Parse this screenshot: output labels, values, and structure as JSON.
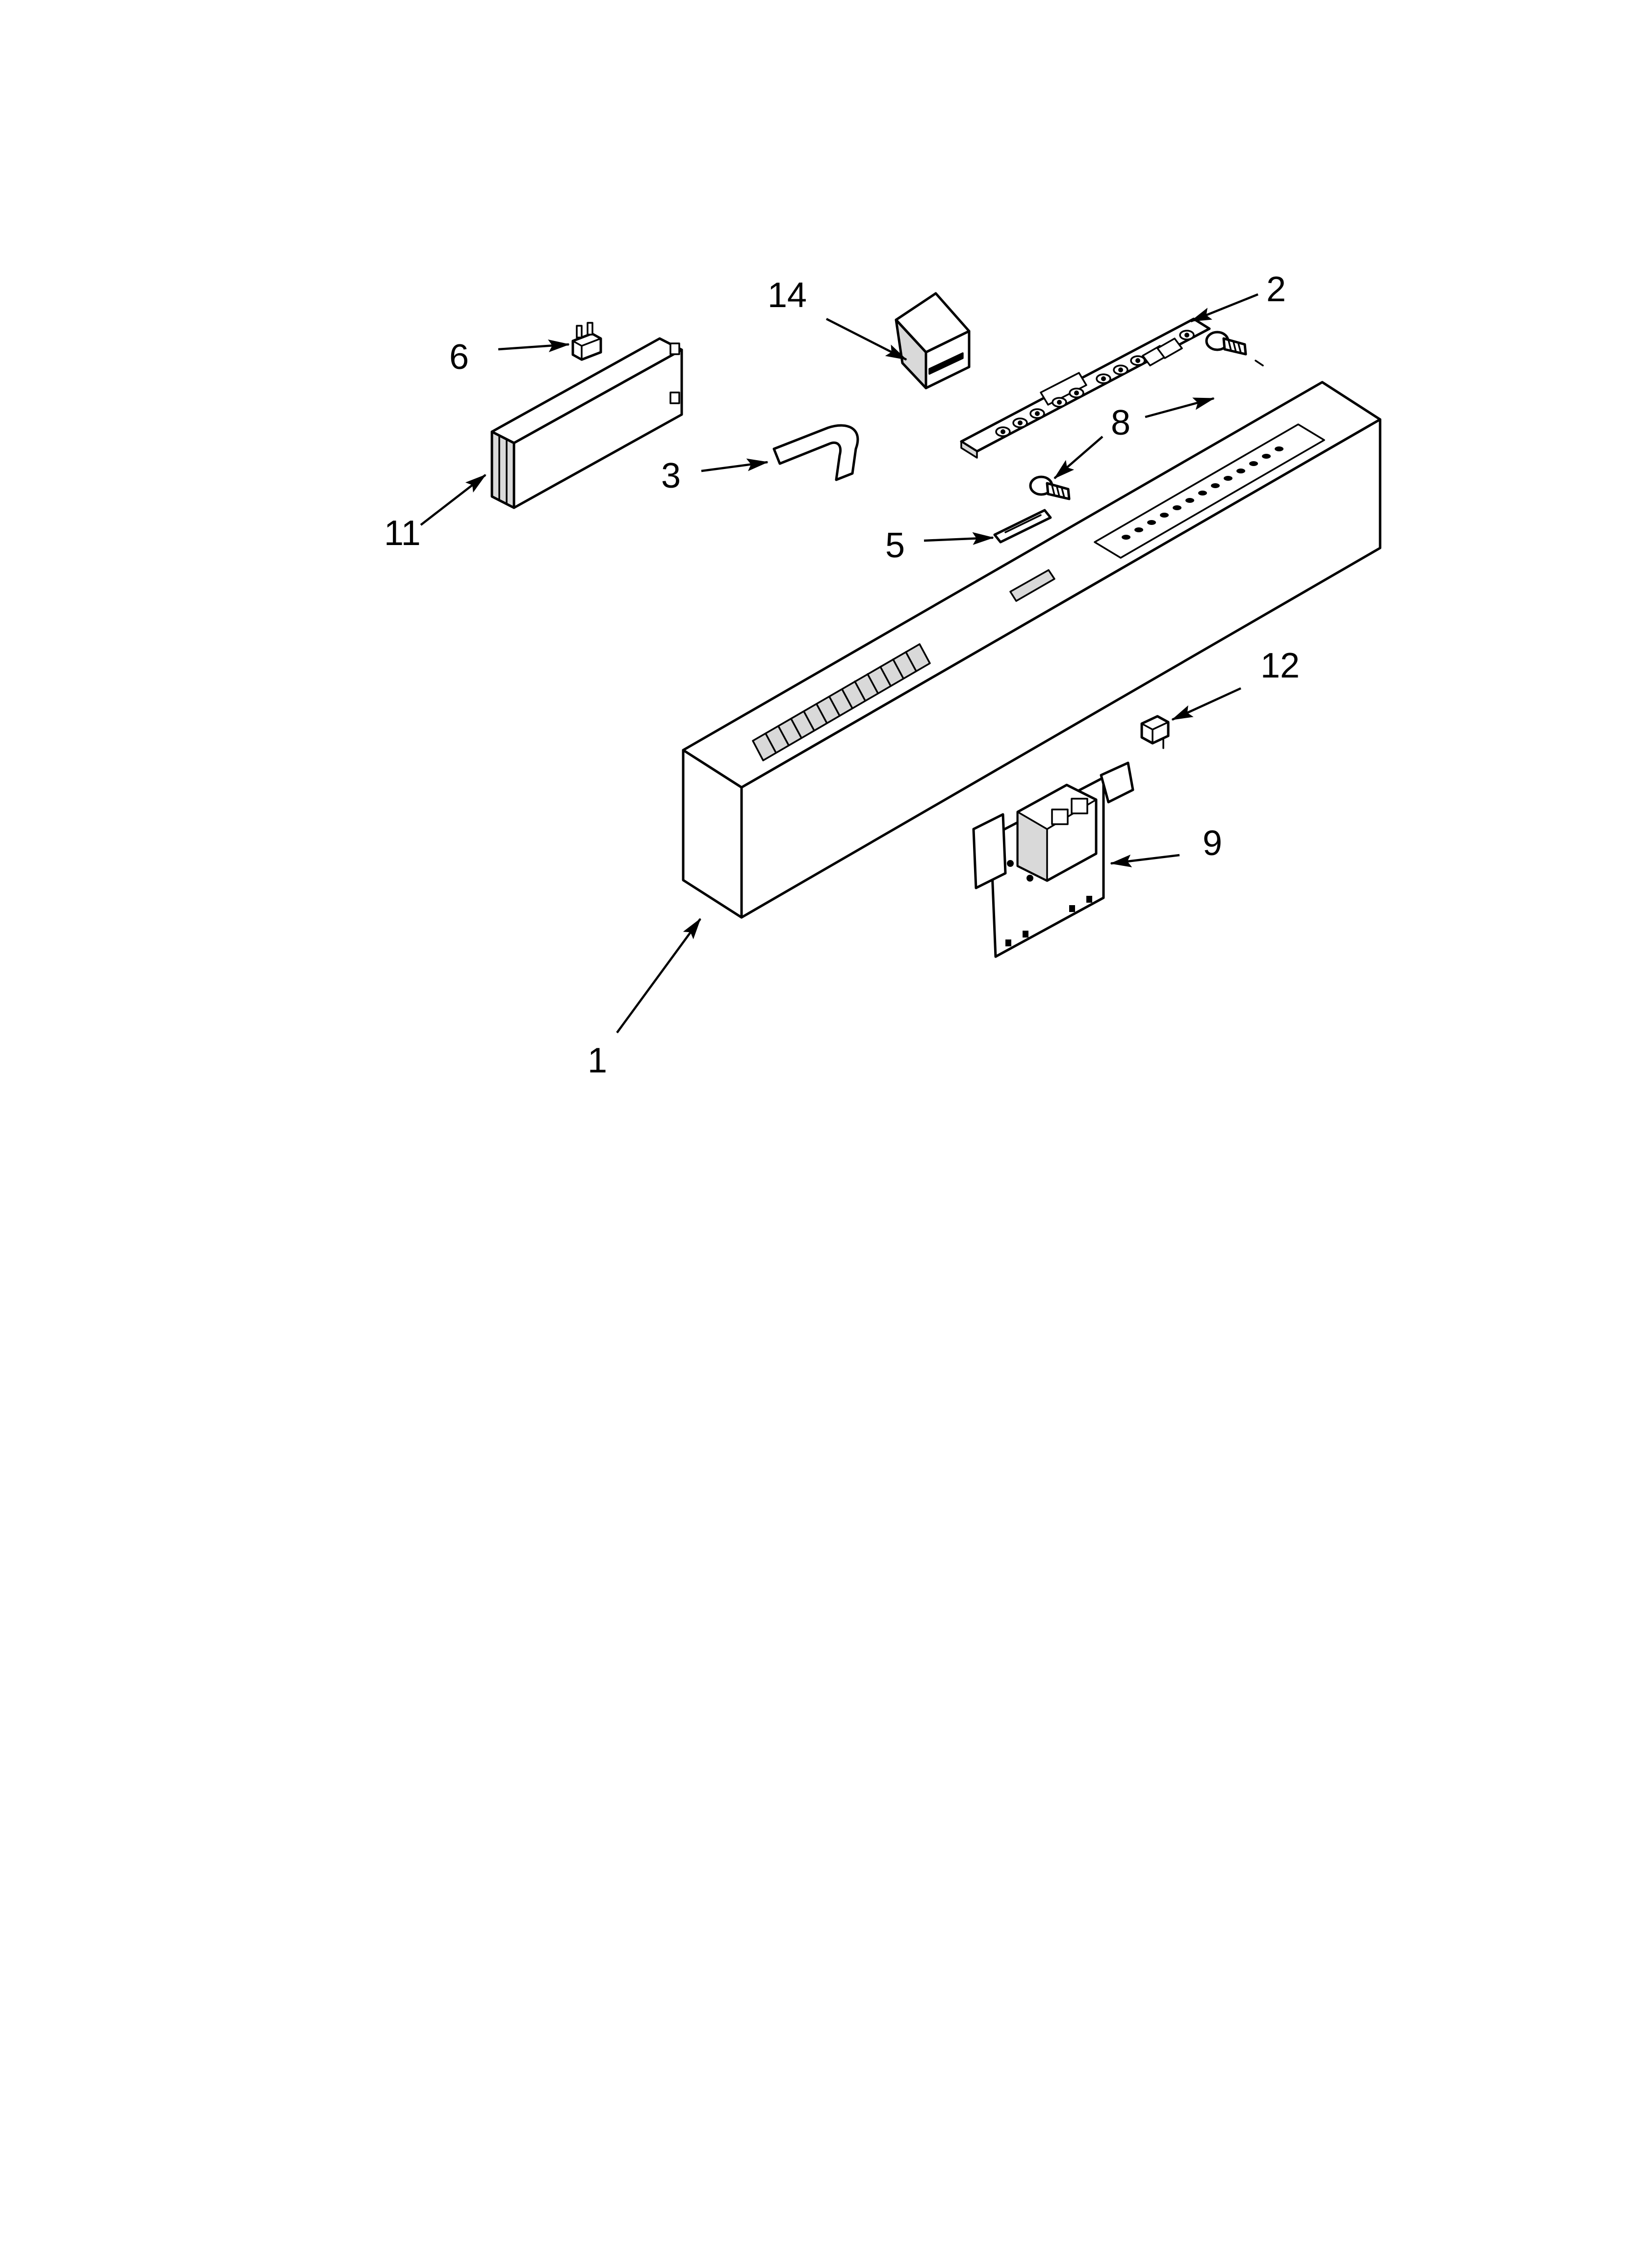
{
  "diagram": {
    "callouts": {
      "c1": "1",
      "c2": "2",
      "c3": "3",
      "c5": "5",
      "c6": "6",
      "c8": "8",
      "c9": "9",
      "c11": "11",
      "c12": "12",
      "c14": "14"
    }
  }
}
